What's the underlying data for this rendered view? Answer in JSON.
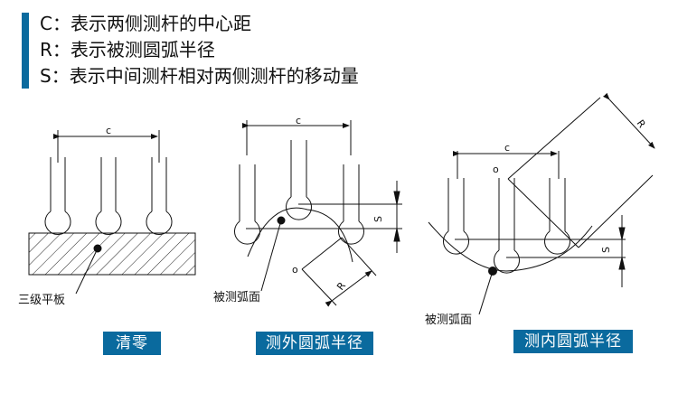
{
  "legend": {
    "accent_color": "#0a6a9e",
    "lines": [
      "C：表示两侧测杆的中心距",
      "R：表示被测圆弧半径",
      "S：表示中间测杆相对两侧测杆的移动量"
    ]
  },
  "diagrams": {
    "zero": {
      "dimension_c": "c",
      "callout": "三级平板"
    },
    "outer": {
      "dimension_c": "c",
      "dimension_s": "S",
      "dimension_r": "R",
      "center_mark": "o",
      "callout": "被测弧面"
    },
    "inner": {
      "dimension_c": "c",
      "dimension_s": "S",
      "dimension_r": "R",
      "center_mark": "o",
      "callout": "被测弧面"
    }
  },
  "buttons": {
    "zero": "清零",
    "outer": "测外圆弧半径",
    "inner": "测内圆弧半径",
    "color": "#0a6a9e"
  }
}
